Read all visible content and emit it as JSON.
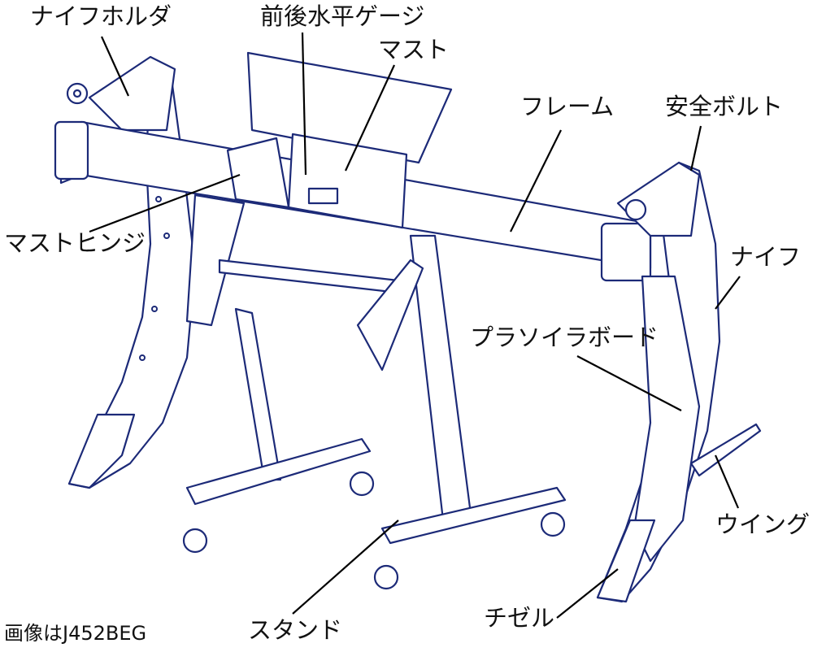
{
  "labels": {
    "knife_holder": "ナイフホルダ",
    "level_gauge": "前後水平ゲージ",
    "mast": "マスト",
    "frame": "フレーム",
    "safety_bolt": "安全ボルト",
    "mast_hinge": "マストヒンジ",
    "knife": "ナイフ",
    "plasoila_board": "プラソイラボード",
    "wing": "ウイング",
    "stand": "スタンド",
    "chisel": "チゼル"
  },
  "note": "画像はJ452BEG",
  "colors": {
    "line_art": "#1c2a78",
    "leader": "#000000"
  }
}
